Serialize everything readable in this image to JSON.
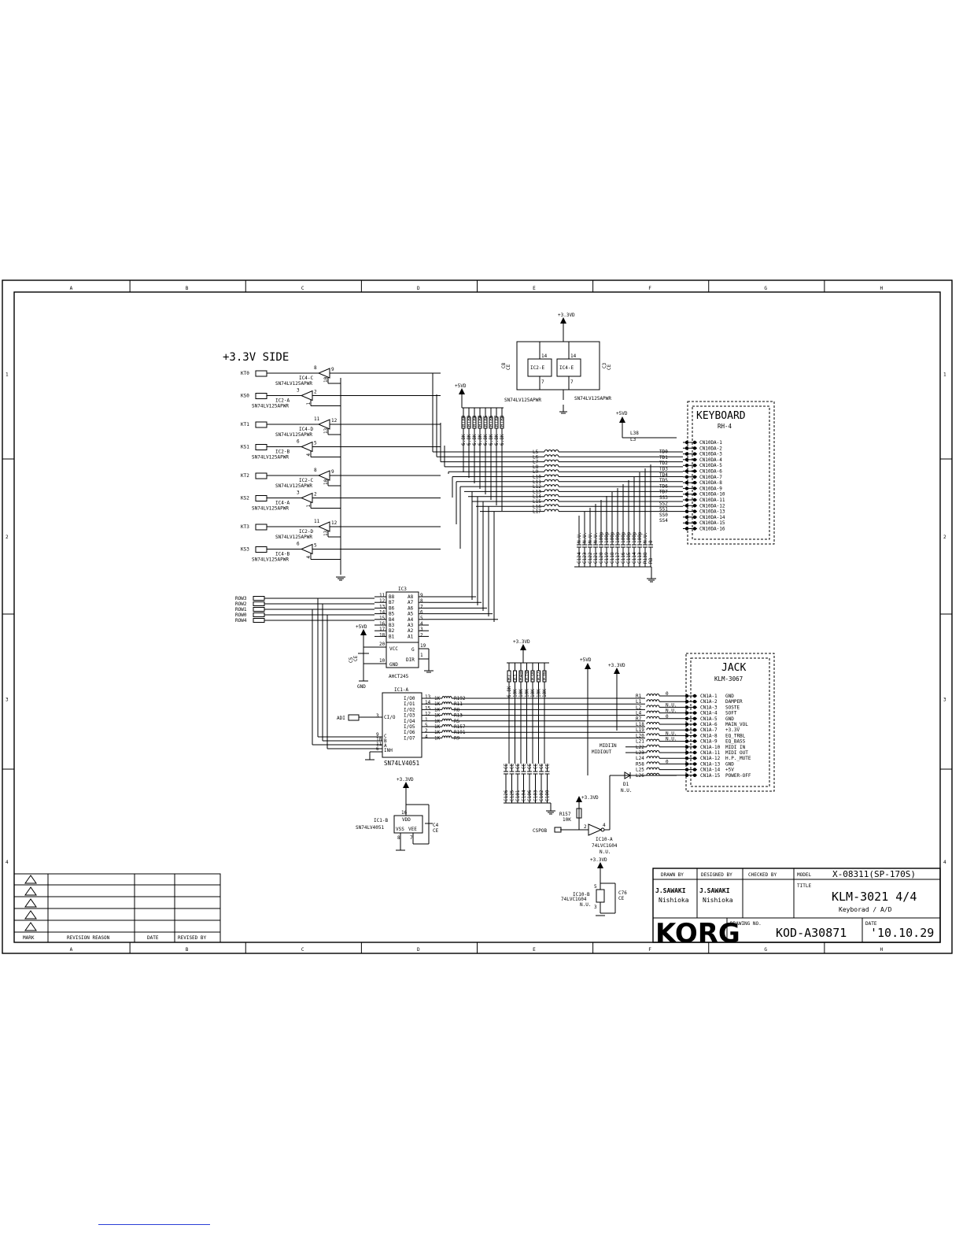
{
  "grid": {
    "columns": [
      "A",
      "B",
      "C",
      "D",
      "E",
      "F",
      "G",
      "H"
    ],
    "rows": [
      "1",
      "2",
      "3",
      "4"
    ]
  },
  "section_title": "+3.3V SIDE",
  "rails": {
    "v33": "+3.3VD",
    "v5": "+5VD",
    "gnd": "GND"
  },
  "top_buffers": [
    {
      "signal": "KT0",
      "unit": "IC4-C",
      "part": "SN74LV125APWR",
      "p1": "8",
      "p2": "9",
      "p3": "10"
    },
    {
      "signal": "KS0",
      "unit": "IC2-A",
      "part": "SN74LV125APWR",
      "p1": "3",
      "p2": "2",
      "p3": "1"
    },
    {
      "signal": "KT1",
      "unit": "IC4-D",
      "part": "SN74LV125APWR",
      "p1": "11",
      "p2": "12",
      "p3": "13"
    },
    {
      "signal": "KS1",
      "unit": "IC2-B",
      "part": "SN74LV125APWR",
      "p1": "6",
      "p2": "5",
      "p3": "4"
    },
    {
      "signal": "KT2",
      "unit": "IC2-C",
      "part": "SN74LV125APWR",
      "p1": "8",
      "p2": "9",
      "p3": "10"
    },
    {
      "signal": "KS2",
      "unit": "IC4-A",
      "part": "SN74LV125APWR",
      "p1": "3",
      "p2": "2",
      "p3": "1"
    },
    {
      "signal": "KT3",
      "unit": "IC2-D",
      "part": "SN74LV125APWR",
      "p1": "11",
      "p2": "12",
      "p3": "13"
    },
    {
      "signal": "KS3",
      "unit": "IC4-B",
      "part": "SN74LV125APWR",
      "p1": "6",
      "p2": "5",
      "p3": "4"
    }
  ],
  "power_block": {
    "units": [
      "IC2-E",
      "IC4-E"
    ],
    "pin_top": "14",
    "pin_bottom": "7",
    "caps": [
      "C8",
      "C3"
    ],
    "cap_value": "CE",
    "part_left": "SN74LV125APWR",
    "part_right": "SN74LV125APWR"
  },
  "top_resistors": {
    "refs": [
      "R180",
      "R189",
      "R183",
      "R184",
      "R185",
      "R186",
      "R187",
      "R188"
    ],
    "value": "6.8K"
  },
  "keyboard_inductors": [
    "L5",
    "L6",
    "L7",
    "L8",
    "L9",
    "L10",
    "L11",
    "L12",
    "L13",
    "L14",
    "L15",
    "L16",
    "L17"
  ],
  "keyboard_connector": {
    "title": "KEYBOARD",
    "model": "RH-4",
    "pins": [
      "CN10DA-1",
      "CN10DA-2",
      "CN10DA-3",
      "CN10DA-4",
      "CN10DA-5",
      "CN10DA-6",
      "CN10DA-7",
      "CN10DA-8",
      "CN10DA-9",
      "CN10DA-10",
      "CN10DA-11",
      "CN10DA-12",
      "CN10DA-13",
      "CN10DA-14",
      "CN10DA-15",
      "CN10DA-16"
    ],
    "signals": [
      "",
      "",
      "TD0",
      "TD1",
      "TD2",
      "TD3",
      "TD4",
      "TD5",
      "TD6",
      "TD7",
      "SS3",
      "SS2",
      "SS1",
      "SS0",
      "SS4",
      ""
    ],
    "side_labels": [
      "L38",
      "L3"
    ]
  },
  "keyboard_caps": {
    "refs": [
      "C124",
      "C123",
      "C122",
      "C121",
      "C120",
      "C119",
      "C118",
      "C117",
      "C116",
      "C115",
      "C114",
      "C113",
      "R138",
      "R8"
    ],
    "values": [
      "N.U.",
      "N.U.",
      "N.U.",
      "N.U.",
      "100p",
      "100p",
      "100p",
      "100p",
      "100p",
      "100p",
      "100p",
      "100p",
      "N.U.",
      "0"
    ]
  },
  "ic3": {
    "name": "IC3",
    "part": "AHCT245",
    "rows": [
      "ROW3",
      "ROW2",
      "ROW1",
      "ROW0",
      "ROW4"
    ],
    "left_pins": [
      [
        "11",
        "B8"
      ],
      [
        "12",
        "B7"
      ],
      [
        "13",
        "B6"
      ],
      [
        "14",
        "B5"
      ],
      [
        "15",
        "B4"
      ],
      [
        "16",
        "B3"
      ],
      [
        "17",
        "B2"
      ],
      [
        "18",
        "B1"
      ]
    ],
    "right_pins": [
      [
        "A8",
        "9"
      ],
      [
        "A7",
        "8"
      ],
      [
        "A6",
        "7"
      ],
      [
        "A5",
        "6"
      ],
      [
        "A4",
        "5"
      ],
      [
        "A3",
        "4"
      ],
      [
        "A2",
        "3"
      ],
      [
        "A1",
        "2"
      ]
    ],
    "vcc": "VCC",
    "vcc_pin": "20",
    "gnd": "GND",
    "gnd_pin": "10",
    "g": "G",
    "g_pin": "19",
    "dir": "DIR",
    "dir_pin": "1",
    "cap": "C5",
    "cap_value": "CE"
  },
  "ic1a": {
    "name": "IC1-A",
    "part": "SN74LV4051",
    "io_pins": [
      [
        "13",
        "I/O0"
      ],
      [
        "14",
        "I/O1"
      ],
      [
        "15",
        "I/O2"
      ],
      [
        "12",
        "I/O3"
      ],
      [
        "1",
        "I/O4"
      ],
      [
        "5",
        "I/O5"
      ],
      [
        "2",
        "I/O6"
      ],
      [
        "4",
        "I/O7"
      ]
    ],
    "ctrl_pins": [
      [
        "3",
        "CI/O"
      ],
      [
        "9",
        "C"
      ],
      [
        "10",
        "B"
      ],
      [
        "11",
        "A"
      ],
      [
        "6",
        "INH"
      ]
    ],
    "input": "ADI",
    "resistors": [
      "R192",
      "R11",
      "R8",
      "R13",
      "R5",
      "R157",
      "R191",
      "R9"
    ],
    "res_value": "1K"
  },
  "ic1b": {
    "name": "IC1-B",
    "part": "SN74LV4051",
    "pins": [
      "16",
      "VDD",
      "VSS",
      "VEE",
      "8",
      "7"
    ],
    "cap": "C4",
    "cap_value": "CE"
  },
  "mid_resistors": {
    "refs": [
      "R7",
      "R3",
      "R40",
      "R39",
      "R38",
      "R37",
      "R36"
    ],
    "values": [
      "6.8K",
      "10K",
      "10K",
      "10K",
      "10K",
      "10K",
      "10K"
    ]
  },
  "jack_caps": {
    "refs": [
      "C126",
      "C125",
      "C101",
      "C104",
      "C106",
      "C103",
      "C102",
      "C100"
    ],
    "value": "CE"
  },
  "jack_connector": {
    "title": "JACK",
    "model": "KLM-3067",
    "inductors": [
      "R1",
      "L1",
      "L2",
      "L4",
      "R7",
      "L18",
      "L19",
      "L20",
      "L21",
      "L22",
      "L23",
      "L24",
      "R58",
      "L25",
      "L26"
    ],
    "marks": [
      "0",
      "",
      "N.U.",
      "N.U.",
      "0",
      "",
      "",
      "N.U.",
      "N.U.",
      "",
      "",
      "",
      "0",
      "",
      ""
    ],
    "pins": [
      "CN1A-1",
      "CN1A-2",
      "CN1A-3",
      "CN1A-4",
      "CN1A-5",
      "CN1A-6",
      "CN1A-7",
      "CN1A-8",
      "CN1A-9",
      "CN1A-10",
      "CN1A-11",
      "CN1A-12",
      "CN1A-13",
      "CN1A-14",
      "CN1A-15"
    ],
    "functions": [
      "GND",
      "DAMPER",
      "SOSTE",
      "SOFT",
      "GND",
      "MAIN_VOL",
      "+3.3V",
      "EQ_TRBL",
      "EQ_BASS",
      "MIDI IN",
      "MIDI OUT",
      "H.P._MUTE",
      "GND",
      "+5V",
      "POWER-OFF"
    ],
    "midi": [
      "MIDIIN",
      "MIDIOUT"
    ]
  },
  "diode": {
    "ref": "D1",
    "value": "N.U."
  },
  "r157": {
    "ref": "R157",
    "value": "10K"
  },
  "ic10a": {
    "ref": "IC10-A",
    "part": "74LVC1G04",
    "value": "N.U.",
    "pin_in": "2",
    "pin_out": "4",
    "input": "CSPOB"
  },
  "ic10b": {
    "ref": "IC10-B",
    "part": "74LVC1G04",
    "value": "N.U.",
    "pin_top": "5",
    "pin_bottom": "3",
    "cap": "C76",
    "cap_value": "CE"
  },
  "revision_table": {
    "headers": [
      "MARK",
      "REVISION REASON",
      "DATE",
      "REVISED BY"
    ]
  },
  "title_block": {
    "drawn_by_label": "DRAWN BY",
    "designed_by_label": "DESIGNED BY",
    "checked_by_label": "CHECKED BY",
    "model_label": "MODEL",
    "model": "X-08311(SP-170S)",
    "drawn_by": [
      "J.SAWAKI",
      "Nishioka"
    ],
    "designed_by": [
      "J.SAWAKI",
      "Nishioka"
    ],
    "title_label": "TITLE",
    "title": "KLM-3021 4/4",
    "subtitle": "Keyborad / A/D",
    "logo": "KORG",
    "drawing_no_label": "DRAWING NO.",
    "drawing_no": "KOD-A30871",
    "date_label": "DATE",
    "date": "'10.10.29"
  }
}
